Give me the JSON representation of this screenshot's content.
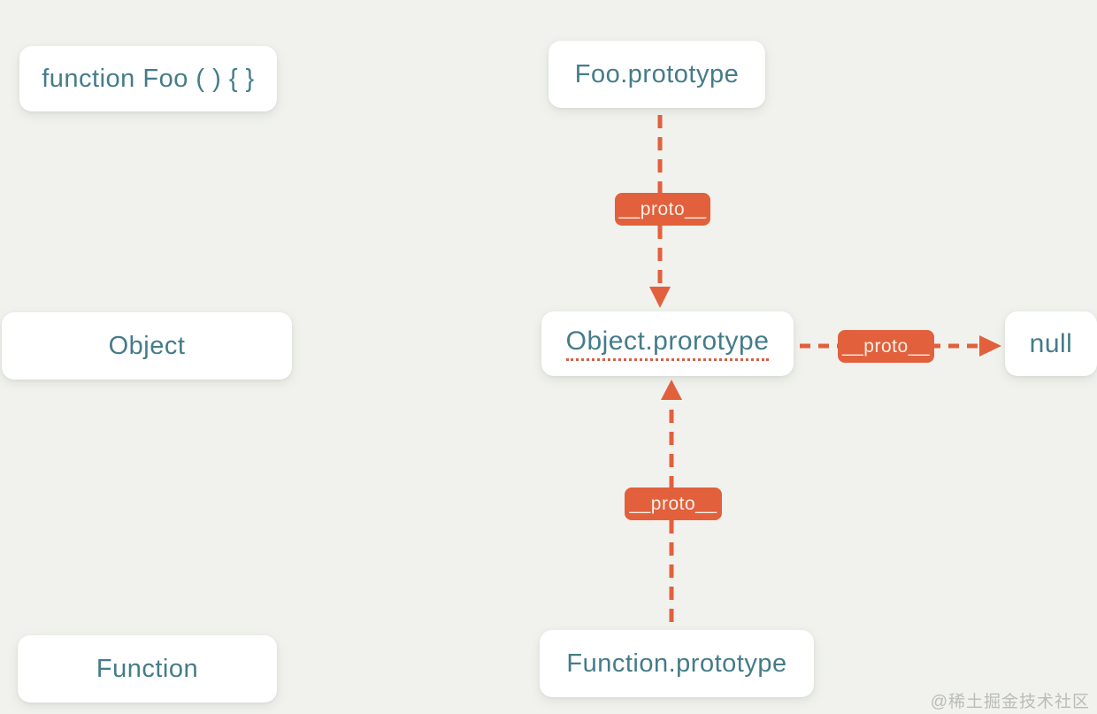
{
  "diagram": {
    "title_hint": "JavaScript prototype chain diagram",
    "background_color": "#f1f2ed",
    "accent_color": "#e2603c",
    "node_text_color": "#447c89",
    "badge_text_color": "#faefe6",
    "watermark_color": "#b9bdb5"
  },
  "nodes": [
    {
      "id": "function-foo",
      "label": "function Foo ( ) { }"
    },
    {
      "id": "foo-prototype",
      "label": "Foo.prototype"
    },
    {
      "id": "object",
      "label": "Object"
    },
    {
      "id": "object-prototype",
      "label": "Object.prorotype",
      "spellcheck_underline": true
    },
    {
      "id": "null",
      "label": "null"
    },
    {
      "id": "function-prototype",
      "label": "Function.prototype"
    },
    {
      "id": "function",
      "label": "Function"
    }
  ],
  "edges": [
    {
      "from": "Foo.prototype",
      "to": "Object.prorotype",
      "label": "__proto__",
      "direction": "down",
      "style": "dashed"
    },
    {
      "from": "Object.prorotype",
      "to": "null",
      "label": "__proto__",
      "direction": "right",
      "style": "dashed"
    },
    {
      "from": "Function.prototype",
      "to": "Object.prorotype",
      "label": "__proto__",
      "direction": "up",
      "style": "dashed"
    }
  ],
  "watermark": "@稀土掘金技术社区"
}
